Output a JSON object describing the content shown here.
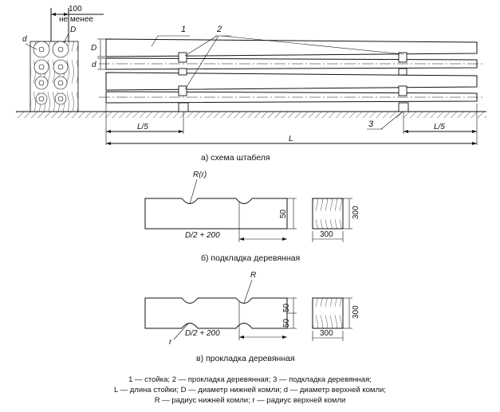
{
  "top": {
    "clearance_value": "100",
    "clearance_note": "не менее",
    "label_d_small": "d",
    "label_D_big": "D",
    "callout_1": "1",
    "callout_2": "2",
    "callout_3": "3",
    "dim_D": "D",
    "dim_d": "d",
    "dim_L5_left": "L/5",
    "dim_L5_right": "L/5",
    "dim_L": "L",
    "caption": "а) схема штабеля"
  },
  "pad": {
    "label_radius": "R(r)",
    "dim_50": "50",
    "dim_300_h": "300",
    "dim_300_w": "300",
    "dim_offset": "D/2 + 200",
    "caption": "б) подкладка деревянная"
  },
  "spacer": {
    "label_R": "R",
    "label_r": "r",
    "dim_50_top": "50",
    "dim_50_bottom": "50",
    "dim_300_h": "300",
    "dim_300_w": "300",
    "dim_offset": "D/2 + 200",
    "caption": "в) прокладка деревянная"
  },
  "legend": {
    "line1": "1 — стойка; 2 — прокладка деревянная; 3 — подкладка деревянная;",
    "line2": "L — длина стойки; D — диаметр нижней комли; d — диаметр верхней комли;",
    "line3": "R — радиус нижней комли; r — радиус верхней комли"
  }
}
